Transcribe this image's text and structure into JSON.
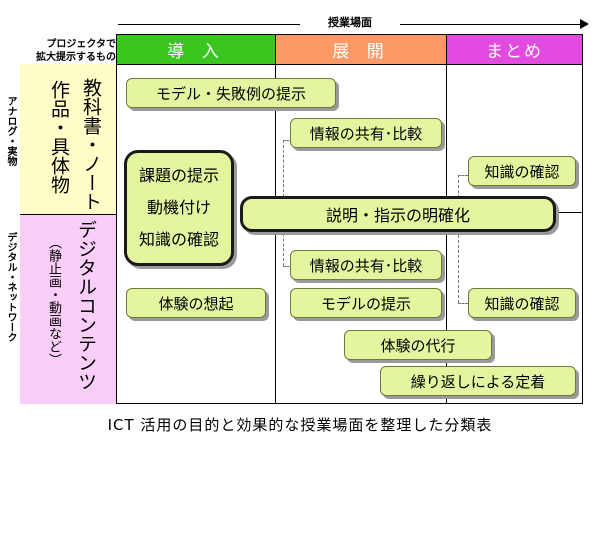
{
  "header": {
    "arrow_label": "授業場面",
    "corner_label_line1": "プロジェクタで",
    "corner_label_line2": "拡大提示するもの"
  },
  "columns": [
    {
      "label": "導 入",
      "color": "#38c61f"
    },
    {
      "label": "展 開",
      "color": "#fb9a66"
    },
    {
      "label": "まとめ",
      "color": "#e34be0"
    }
  ],
  "rows": {
    "analog": {
      "side_label": "アナログ・実物",
      "label_a": "教科書・ノート",
      "label_b": "作品・具体物",
      "color": "#fffdc8"
    },
    "digital": {
      "side_label": "デジタル・ネットワーク",
      "label_a": "デジタルコンテンツ",
      "label_b": "（静止画・動画など）",
      "color": "#f9cef8"
    }
  },
  "boxes": {
    "model_failure": "モデル・失敗例の提示",
    "info_share_1": "情報の共有･比較",
    "knowledge_confirm_1": "知識の確認",
    "task_present": "課題の提示",
    "motivation": "動機付け",
    "knowledge_confirm_center": "知識の確認",
    "explain": "説明・指示の明確化",
    "info_share_2": "情報の共有･比較",
    "knowledge_confirm_2": "知識の確認",
    "experience_recall": "体験の想起",
    "model_present": "モデルの提示",
    "experience_proxy": "体験の代行",
    "repetition": "繰り返しによる定着",
    "box_fill": "#e4f5a0"
  },
  "caption": "ICT 活用の目的と効果的な授業場面を整理した分類表"
}
